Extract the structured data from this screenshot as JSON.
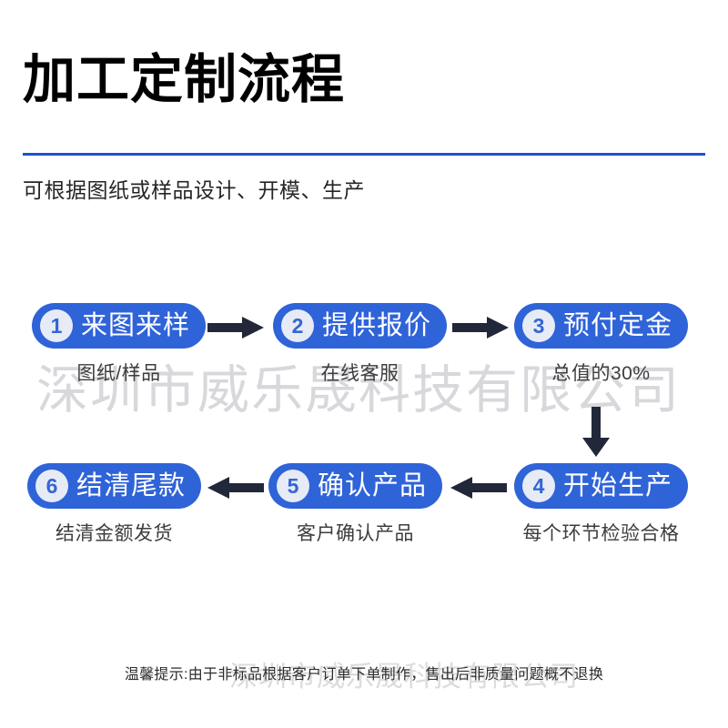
{
  "header": {
    "title": "加工定制流程",
    "subtitle": "可根据图纸或样品设计、开模、生产",
    "rule_color": "#1a53d0"
  },
  "watermark": {
    "main": "深圳市威乐晟科技有限公司",
    "bottom": "深圳市威乐晟科技有限公司",
    "color": "#d8d8dc"
  },
  "theme": {
    "pill_blue": "#2f63d8",
    "badge_bg": "#e7ebf6",
    "badge_text": "#3566d4",
    "arrow_color": "#22283a",
    "caption_color": "#3d3d3d"
  },
  "flow": {
    "steps": [
      {
        "number": "1",
        "label": "来图来样",
        "caption": "图纸/样品"
      },
      {
        "number": "2",
        "label": "提供报价",
        "caption": "在线客服"
      },
      {
        "number": "3",
        "label": "预付定金",
        "caption": "总值的30%"
      },
      {
        "number": "4",
        "label": "开始生产",
        "caption": "每个环节检验合格"
      },
      {
        "number": "5",
        "label": "确认产品",
        "caption": "客户确认产品"
      },
      {
        "number": "6",
        "label": "结清尾款",
        "caption": "结清金额发货"
      }
    ],
    "arrows": [
      {
        "name": "arrow-step1-to-step2",
        "direction": "right"
      },
      {
        "name": "arrow-step2-to-step3",
        "direction": "right"
      },
      {
        "name": "arrow-step3-to-step4",
        "direction": "down"
      },
      {
        "name": "arrow-step4-to-step5",
        "direction": "left"
      },
      {
        "name": "arrow-step5-to-step6",
        "direction": "left"
      }
    ]
  },
  "footer": {
    "notice": "温馨提示:由于非标品根据客户订单下单制作，售出后非质量问题概不退换"
  }
}
